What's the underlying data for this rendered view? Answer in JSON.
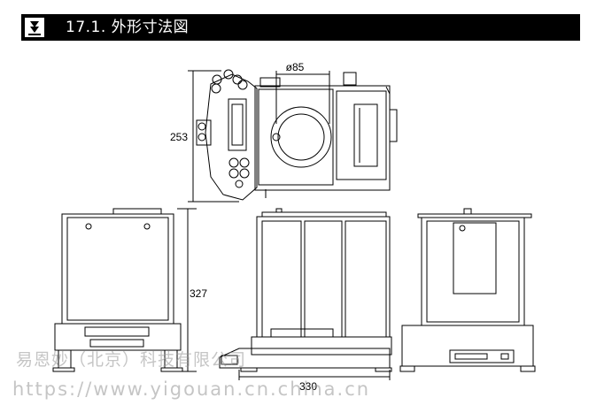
{
  "header": {
    "title": "17.1. 外形寸法図",
    "icon": "download-arrow-icon"
  },
  "drawing": {
    "top_view": {
      "diameter_label": "ø85",
      "depth_label": "253"
    },
    "front_view": {
      "height_label": "327"
    },
    "side_view": {
      "width_label": "330"
    }
  },
  "watermark": {
    "company": "易恩妙（北京）科技有限公司",
    "url": "https://www.yigouan.cn.china.cn"
  },
  "colors": {
    "header_bg": "#000000",
    "header_text": "#ffffff",
    "line": "#000000",
    "fill_gray": "#d9d9d9"
  }
}
